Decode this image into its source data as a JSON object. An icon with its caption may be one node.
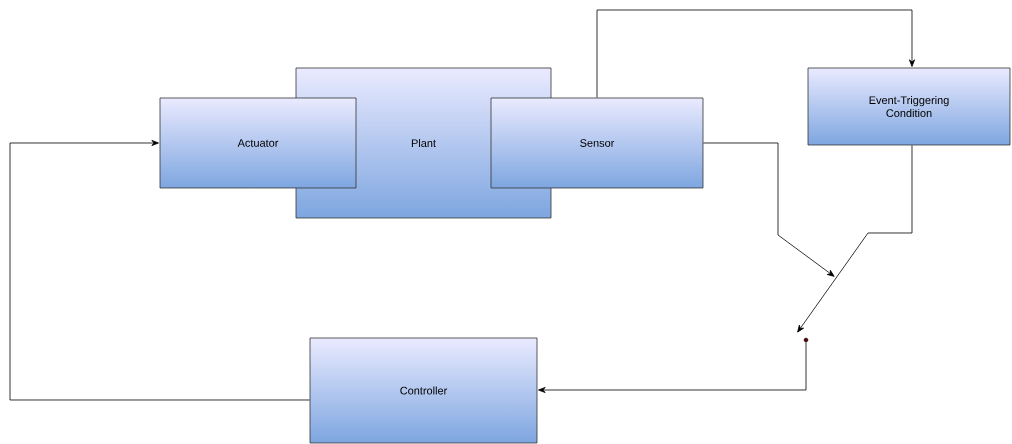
{
  "diagram": {
    "nodes": [
      {
        "text": [
          "Actuator"
        ]
      },
      {
        "text": [
          "Plant"
        ]
      },
      {
        "text": [
          "Sensor"
        ]
      },
      {
        "text": [
          "Event-Triggering Condition"
        ]
      },
      {
        "text": [
          "Controller"
        ]
      },
      {
        "text": [],
        "shape": "circle"
      }
    ],
    "edges": [
      {
        "from": 2,
        "to": 3,
        "arrow": "to"
      },
      {
        "from": 2,
        "to": null,
        "arrow": "to"
      },
      {
        "from": 3,
        "to": 5,
        "arrow": "to"
      },
      {
        "from": 5,
        "to": 4,
        "arrow": "to"
      },
      {
        "from": 4,
        "to": 0,
        "arrow": "to"
      }
    ]
  }
}
